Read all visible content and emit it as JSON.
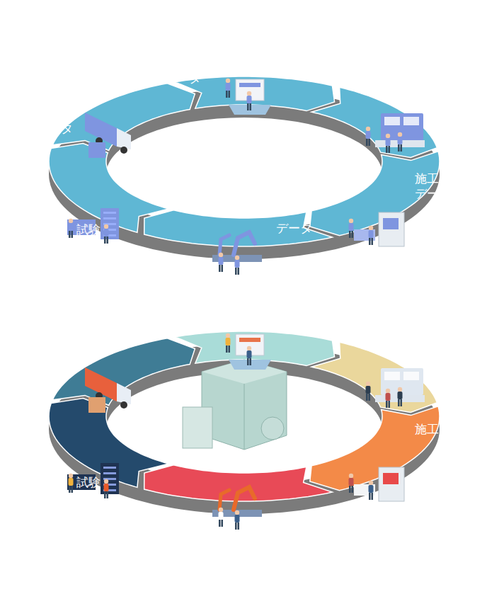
{
  "diagram": {
    "labels": [
      "ータ",
      "タ",
      "施工 データ",
      "試験",
      "データ",
      "施工",
      "試験"
    ]
  }
}
